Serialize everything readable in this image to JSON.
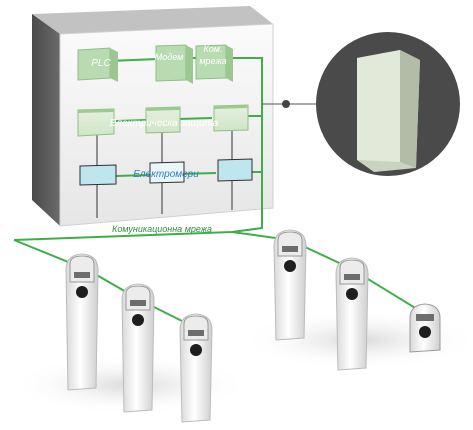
{
  "cabinet": {
    "labels": {
      "plc": "PLC",
      "modem": "Модем",
      "comm_net_short_line1": "Ком.",
      "comm_net_short_line2": "мрежа",
      "electrical_protection": "Електрическа защита",
      "electricity_meters": "Електромери"
    }
  },
  "network": {
    "label": "Комуникационна мрежа"
  },
  "colors": {
    "network_line": "#3fae49",
    "green_module": "#b8dbb0",
    "blue_module": "#bfe5ef",
    "cabinet_face": "#f4f4f4",
    "cabinet_side": "#595959",
    "cabinet_top": "#bdbdbd",
    "zoom_circle": "#4a4a4a"
  }
}
